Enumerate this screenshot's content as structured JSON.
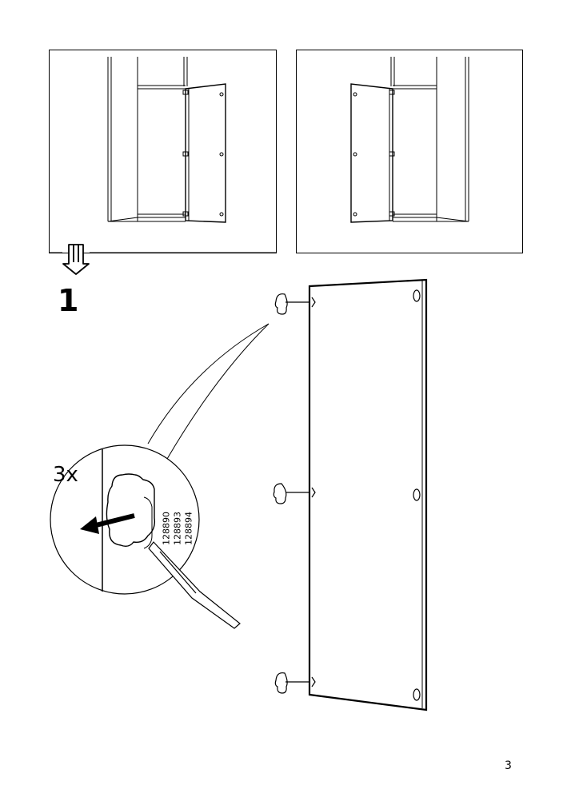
{
  "step": {
    "number": "1"
  },
  "detail": {
    "quantity": "3x",
    "part_numbers": [
      "128890",
      "128893",
      "128894"
    ]
  },
  "page": {
    "number": "3"
  },
  "icons": {
    "rotate_arrow": "rotate-down-arrow-icon",
    "remove_arrow": "pull-out-arrow-icon",
    "screwdriver": "flat-screwdriver-icon",
    "hinge_cup": "hinge-cup-icon"
  }
}
